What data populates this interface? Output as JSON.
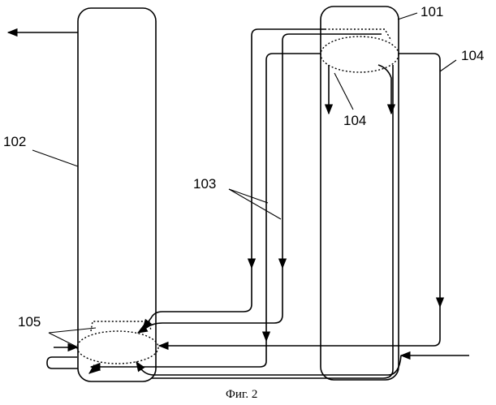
{
  "labels": {
    "l101": "101",
    "l102": "102",
    "l103": "103",
    "l104a": "104",
    "l104b": "104",
    "l105": "105"
  },
  "caption": "Фиг. 2"
}
